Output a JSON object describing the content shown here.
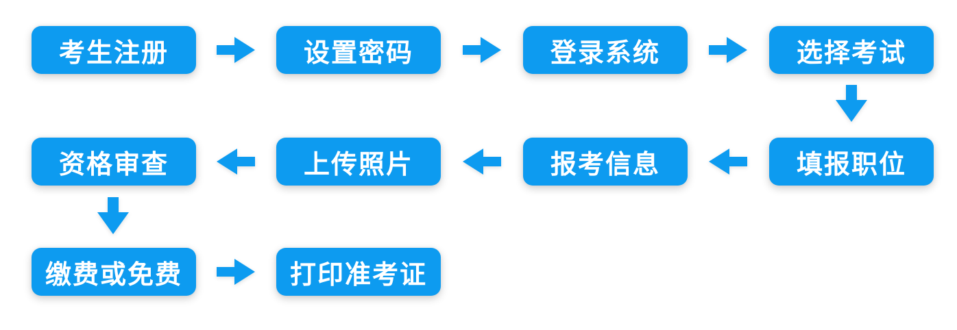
{
  "colors": {
    "accent": "#0d9bf0",
    "node_text": "#ffffff",
    "background": "#ffffff"
  },
  "flow": {
    "description": "Exam registration process flowchart, S-shaped flow across three rows",
    "steps": [
      {
        "label": "考生注册"
      },
      {
        "label": "设置密码"
      },
      {
        "label": "登录系统"
      },
      {
        "label": "选择考试"
      },
      {
        "label": "填报职位"
      },
      {
        "label": "报考信息"
      },
      {
        "label": "上传照片"
      },
      {
        "label": "资格审查"
      },
      {
        "label": "缴费或免费"
      },
      {
        "label": "打印准考证"
      }
    ],
    "icons": {
      "arrow_right": "➡",
      "arrow_left": "⬅",
      "arrow_down": "⬇"
    }
  }
}
